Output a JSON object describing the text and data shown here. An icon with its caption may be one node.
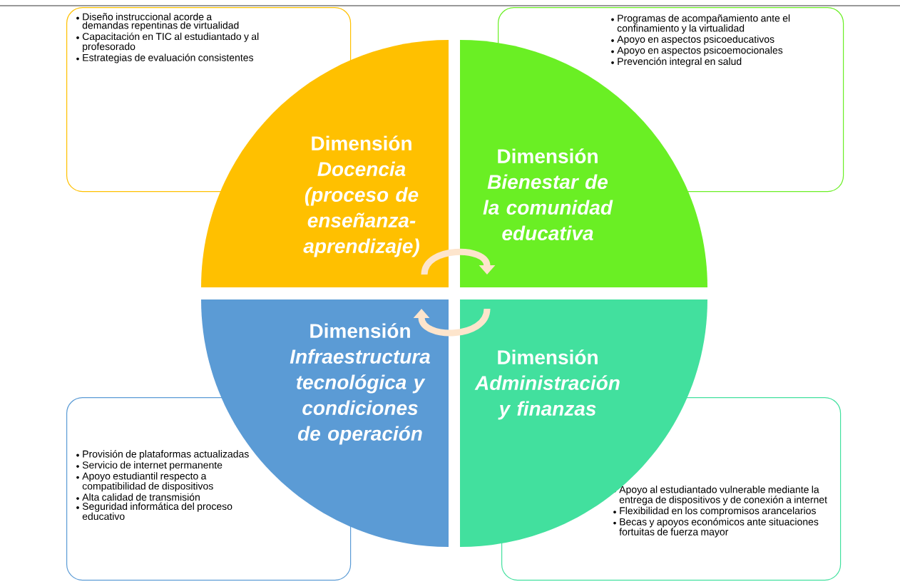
{
  "diagram": {
    "nodes": [
      {
        "text": [
          "Diseño instruccional acorde a demandas repentinas de virtualidad",
          "Capacitación en TIC al estudiantado y al profesorado",
          "Estrategias de evaluación consistentes"
        ]
      },
      {
        "text": [
          "Programas de acompañamiento ante el confinamiento y la virtualidad",
          "Apoyo en aspectos psicoeducativos",
          "Apoyo en aspectos psicoemocionales",
          "Prevención integral en salud"
        ]
      },
      {
        "text": [
          "Dimensión",
          "Docencia (proceso de enseñanza-aprendizaje)"
        ]
      },
      {
        "text": [
          "Dimensión",
          "Bienestar de la comunidad educativa"
        ]
      },
      {
        "text": [
          "Dimensión",
          "Infraestructura tecnológica y condiciones de operación"
        ]
      },
      {
        "text": [
          "Dimensión",
          "Administración y finanzas"
        ]
      },
      {
        "text": [
          "Provisión de plataformas actualizadas",
          "Servicio de internet permanente",
          "Apoyo estudiantil respecto a compatibilidad de dispositivos",
          "Alta calidad de transmisión",
          "Seguridad informática del proceso educativo"
        ]
      },
      {
        "text": [
          "Apoyo al estudiantado vulnerable mediante la entrega de dispositivos y de conexión a internet",
          "Flexibilidad en los compromisos arancelarios",
          "Becas y apoyos económicos ante situaciones fortuitas de fuerza mayor"
        ]
      }
    ],
    "edges": [
      {
        "from": 2,
        "to": 3,
        "arrow": "to"
      },
      {
        "from": 5,
        "to": 4,
        "arrow": "to"
      }
    ]
  }
}
